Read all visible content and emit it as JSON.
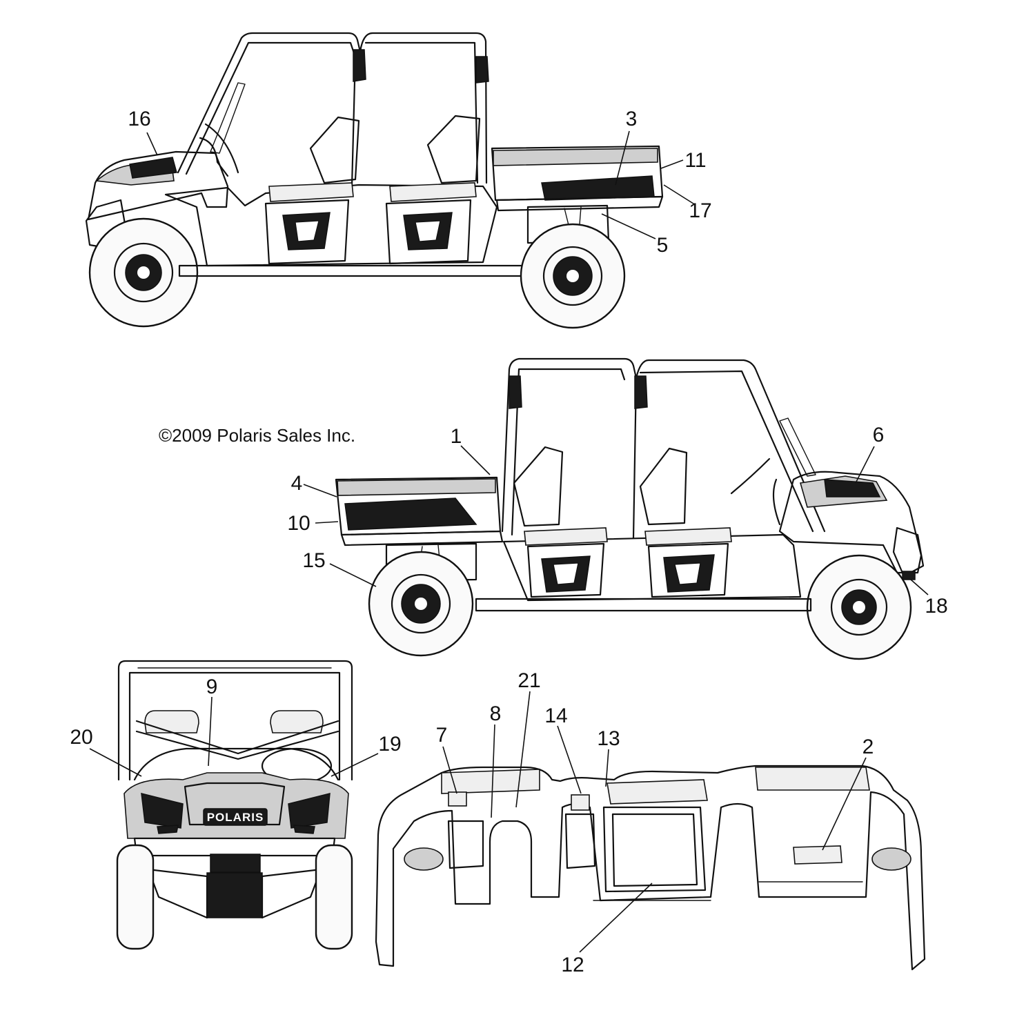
{
  "copyright": "©2009 Polaris Sales Inc.",
  "logo_text": "POLARIS",
  "callouts": [
    {
      "id": "16",
      "label": "16"
    },
    {
      "id": "3",
      "label": "3"
    },
    {
      "id": "11",
      "label": "11"
    },
    {
      "id": "17",
      "label": "17"
    },
    {
      "id": "5",
      "label": "5"
    },
    {
      "id": "1",
      "label": "1"
    },
    {
      "id": "6",
      "label": "6"
    },
    {
      "id": "4",
      "label": "4"
    },
    {
      "id": "10",
      "label": "10"
    },
    {
      "id": "15",
      "label": "15"
    },
    {
      "id": "18",
      "label": "18"
    },
    {
      "id": "9",
      "label": "9"
    },
    {
      "id": "20",
      "label": "20"
    },
    {
      "id": "19",
      "label": "19"
    },
    {
      "id": "21",
      "label": "21"
    },
    {
      "id": "8",
      "label": "8"
    },
    {
      "id": "14",
      "label": "14"
    },
    {
      "id": "7",
      "label": "7"
    },
    {
      "id": "13",
      "label": "13"
    },
    {
      "id": "2",
      "label": "2"
    },
    {
      "id": "12",
      "label": "12"
    }
  ]
}
